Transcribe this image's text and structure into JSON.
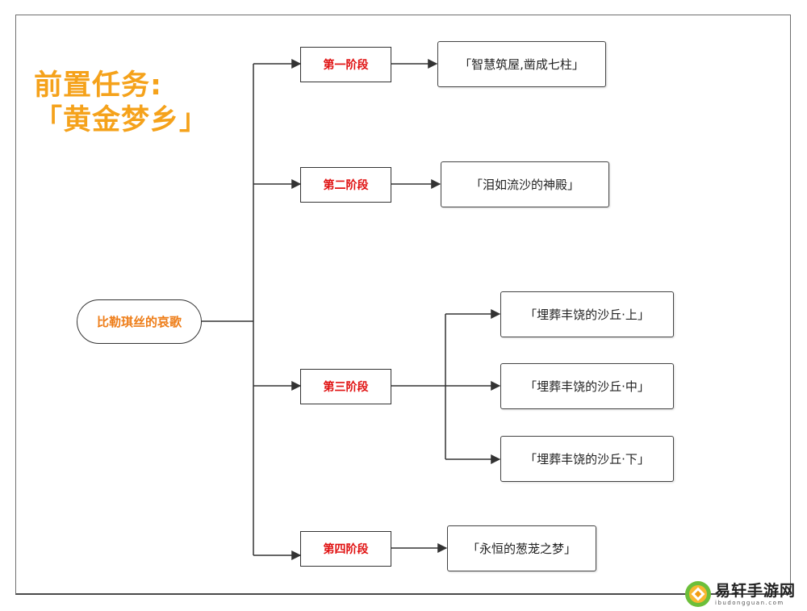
{
  "prerequisite": {
    "line1": "前置任务:",
    "line2": "「黄金梦乡」"
  },
  "root": {
    "label": "比勒琪丝的哀歌"
  },
  "stages": [
    {
      "label": "第一阶段",
      "quests": [
        "「智慧筑屋,凿成七柱」"
      ]
    },
    {
      "label": "第二阶段",
      "quests": [
        "「泪如流沙的神殿」"
      ]
    },
    {
      "label": "第三阶段",
      "quests": [
        "「埋葬丰饶的沙丘·上」",
        "「埋葬丰饶的沙丘·中」",
        "「埋葬丰饶的沙丘·下」"
      ]
    },
    {
      "label": "第四阶段",
      "quests": [
        "「永恒的葱茏之梦」"
      ]
    }
  ],
  "watermark": {
    "name": "易轩手游网",
    "url": "ibudongguan.com"
  },
  "colors": {
    "title": "#f5a21b",
    "root_text": "#ee7d18",
    "stage_text": "#e01010",
    "lines": "#333333"
  }
}
